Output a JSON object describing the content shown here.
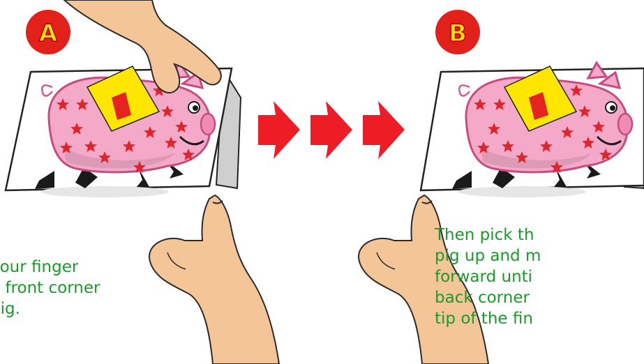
{
  "panels": [
    {
      "letter": "A",
      "caption": [
        "your finger",
        "e front corner",
        "pig."
      ]
    },
    {
      "letter": "B",
      "caption": [
        "Then pick th",
        "pig up and m",
        "forward unti",
        "back corner",
        "tip of the fin"
      ]
    }
  ],
  "colors": {
    "badge": "#e3211b",
    "badge_letter": "#ffe600",
    "caption_text": "#1b9a2c",
    "pig_body": "#f5a9c9",
    "stars": "#e0242b",
    "saddle": "#ffe600",
    "saddle_stripe": "#e52421",
    "arrows": "#ee1c25",
    "skin": "#f3c597",
    "card_fold": "#cfcfcf"
  }
}
